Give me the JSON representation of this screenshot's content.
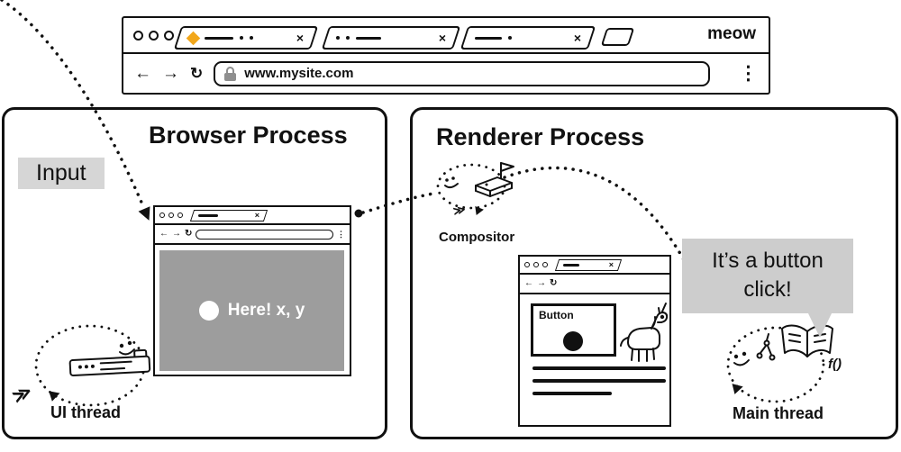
{
  "top_browser": {
    "brand": "meow",
    "url": "www.mysite.com"
  },
  "panels": {
    "browser": {
      "title": "Browser Process",
      "input_label": "Input",
      "hit_test_text": "Here! x, y",
      "thread_label": "UI thread"
    },
    "renderer": {
      "title": "Renderer Process",
      "compositor_label": "Compositor",
      "bubble_text": "It’s a button click!",
      "button_label": "Button",
      "thread_label": "Main thread"
    }
  },
  "icons": {
    "back_arrow": "←",
    "forward_arrow": "→",
    "reload": "↻",
    "menu_dots": "⋮",
    "tab_close": "×",
    "fast_forward": "≫",
    "function_symbol": "f()"
  },
  "colors": {
    "ink": "#111111",
    "label_gray": "#d6d6d6",
    "bubble_gray": "#cdcdcd",
    "content_gray": "#9d9d9d",
    "tab_diamond_orange": "#f2a71b"
  }
}
